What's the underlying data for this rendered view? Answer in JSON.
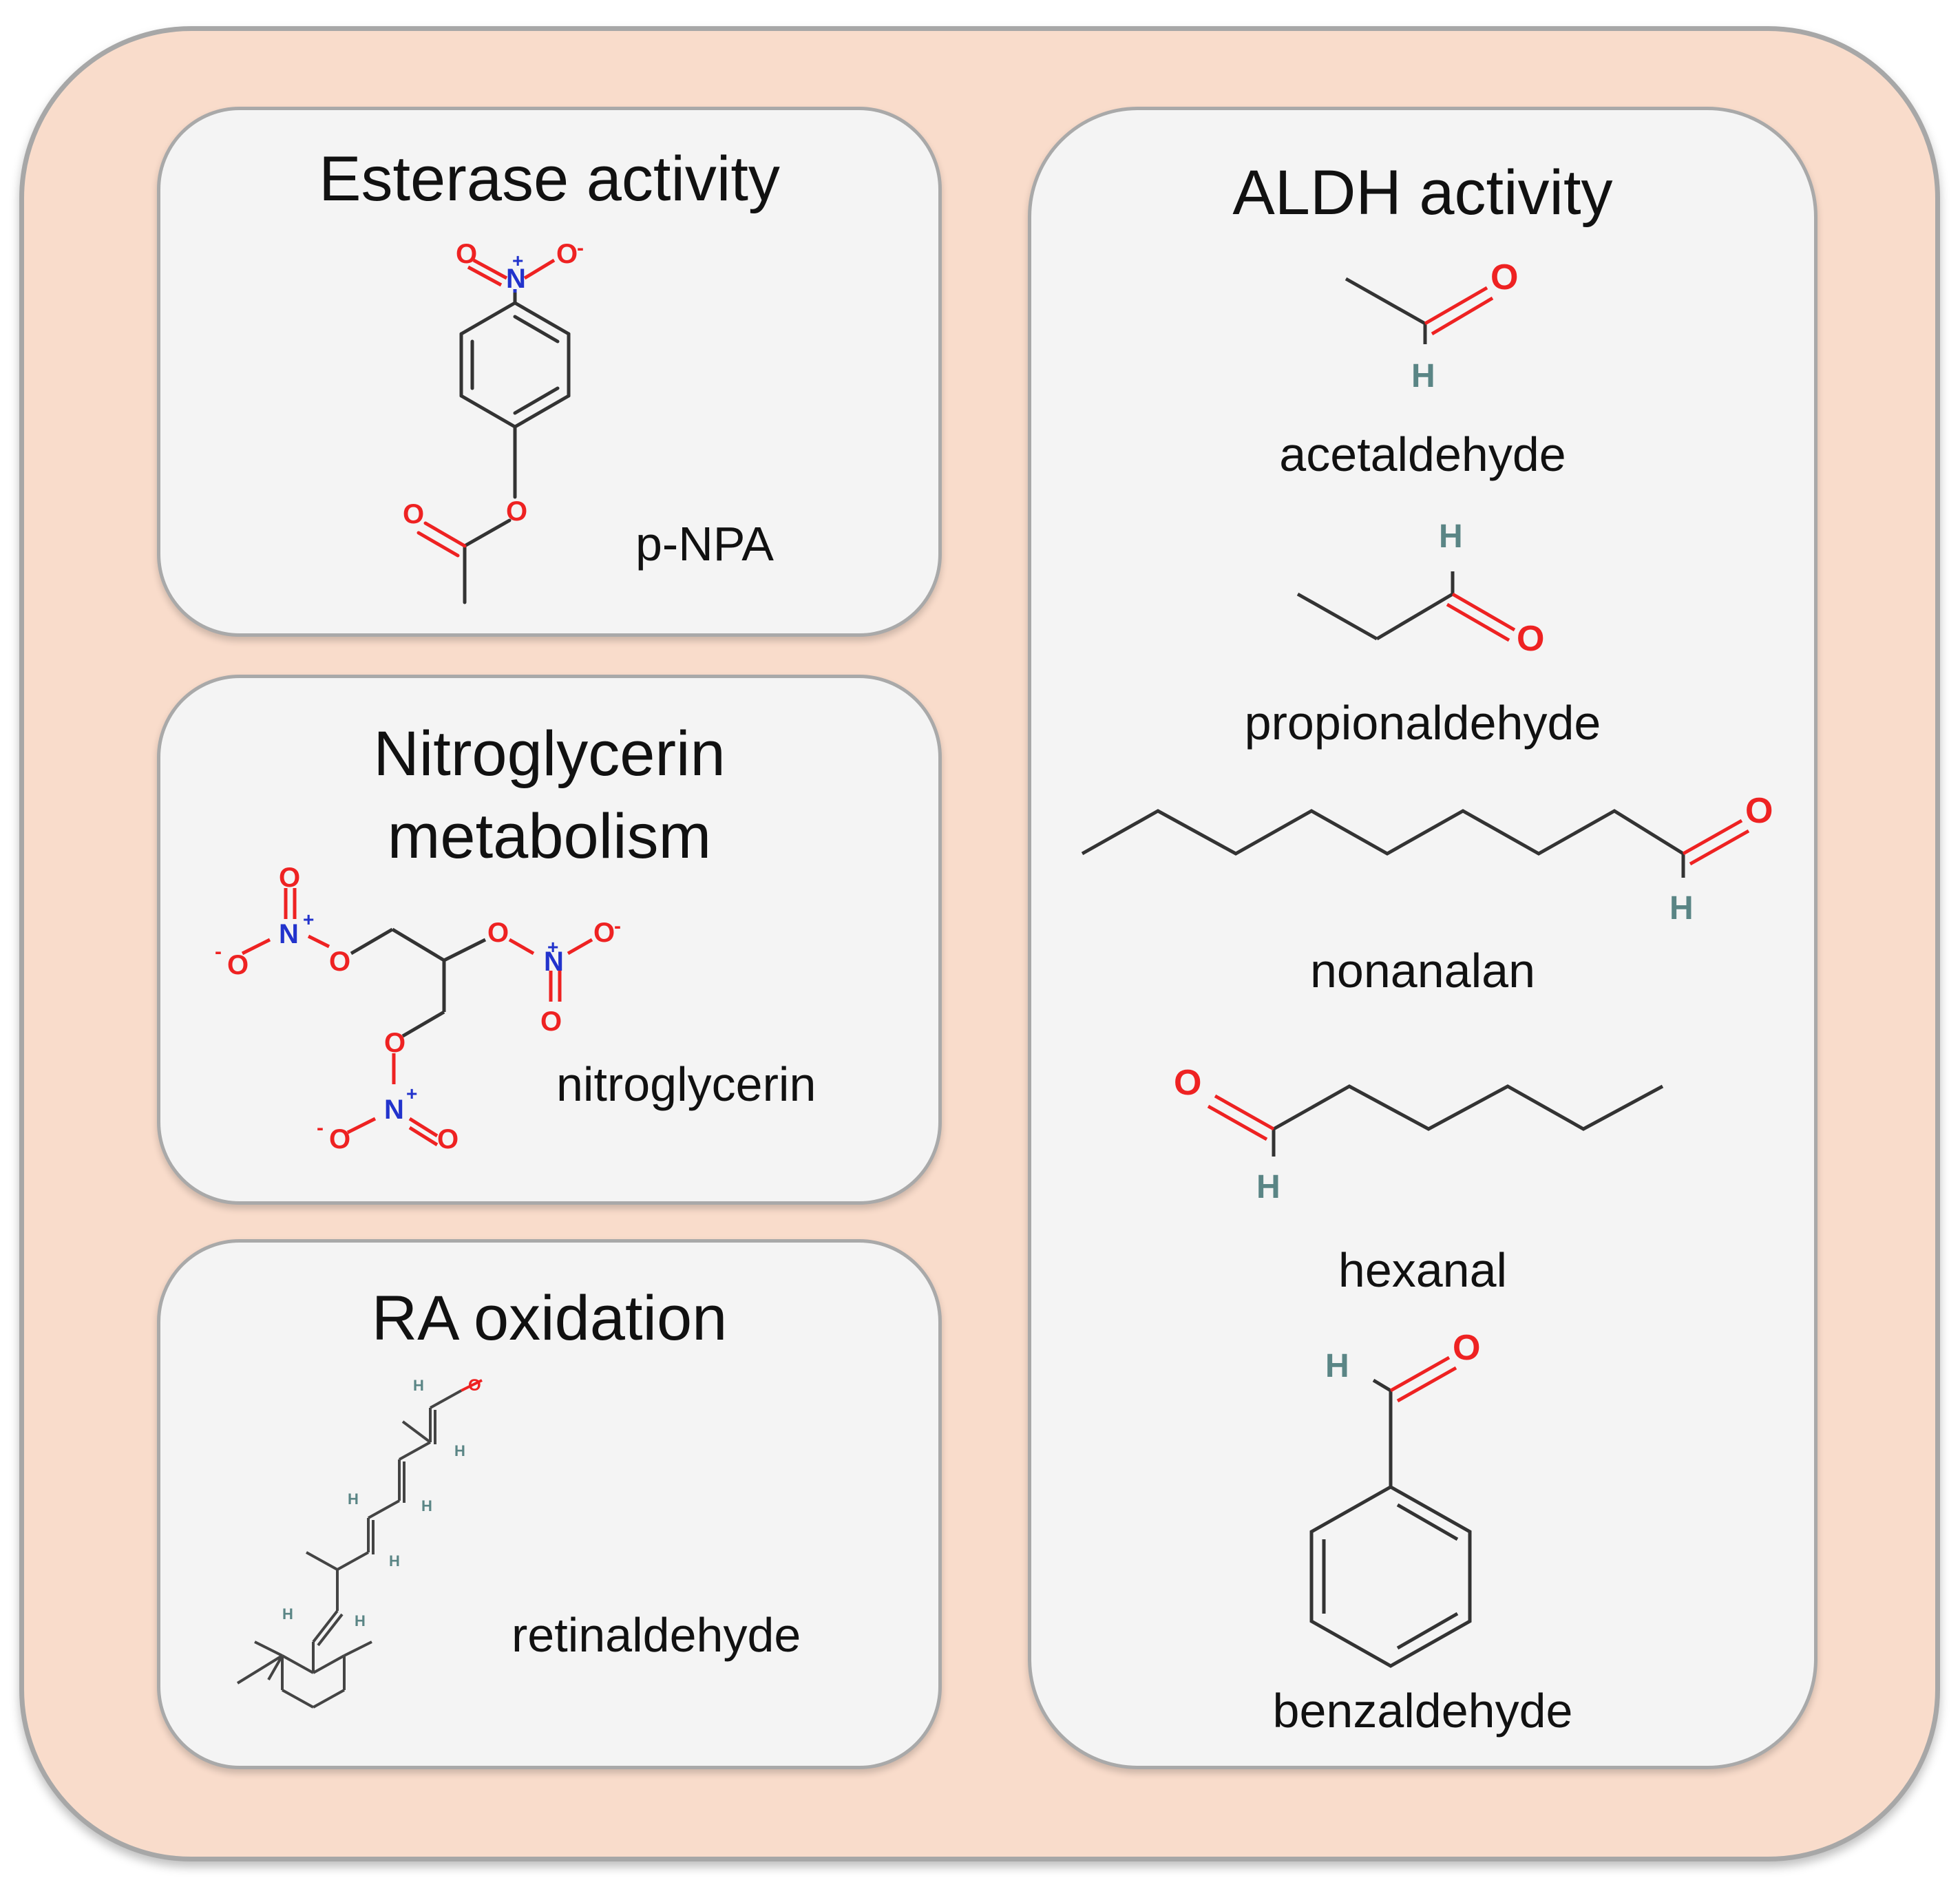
{
  "panels": {
    "esterase": {
      "title": "Esterase activity",
      "compound": "p-NPA"
    },
    "nitro": {
      "title_line1": "Nitroglycerin",
      "title_line2": "metabolism",
      "compound": "nitroglycerin"
    },
    "ra": {
      "title": "RA oxidation",
      "compound": "retinaldehyde"
    },
    "aldh": {
      "title": "ALDH activity",
      "compounds": [
        "acetaldehyde",
        "propionaldehyde",
        "nonanalan",
        "hexanal",
        "benzaldehyde"
      ]
    }
  },
  "atoms": {
    "O": "O",
    "N": "N",
    "H": "H",
    "plus": "+",
    "minus": "-"
  },
  "colors": {
    "outer_background": "#f9dccb",
    "panel_background": "#f4f4f4",
    "oxygen": "#ee2222",
    "nitrogen": "#2233cc",
    "hydrogen": "#5a8585",
    "bond": "#333333"
  },
  "icons": [
    "p-npa-structure-icon",
    "nitroglycerin-structure-icon",
    "retinaldehyde-structure-icon",
    "acetaldehyde-structure-icon",
    "propionaldehyde-structure-icon",
    "nonanal-structure-icon",
    "hexanal-structure-icon",
    "benzaldehyde-structure-icon"
  ]
}
